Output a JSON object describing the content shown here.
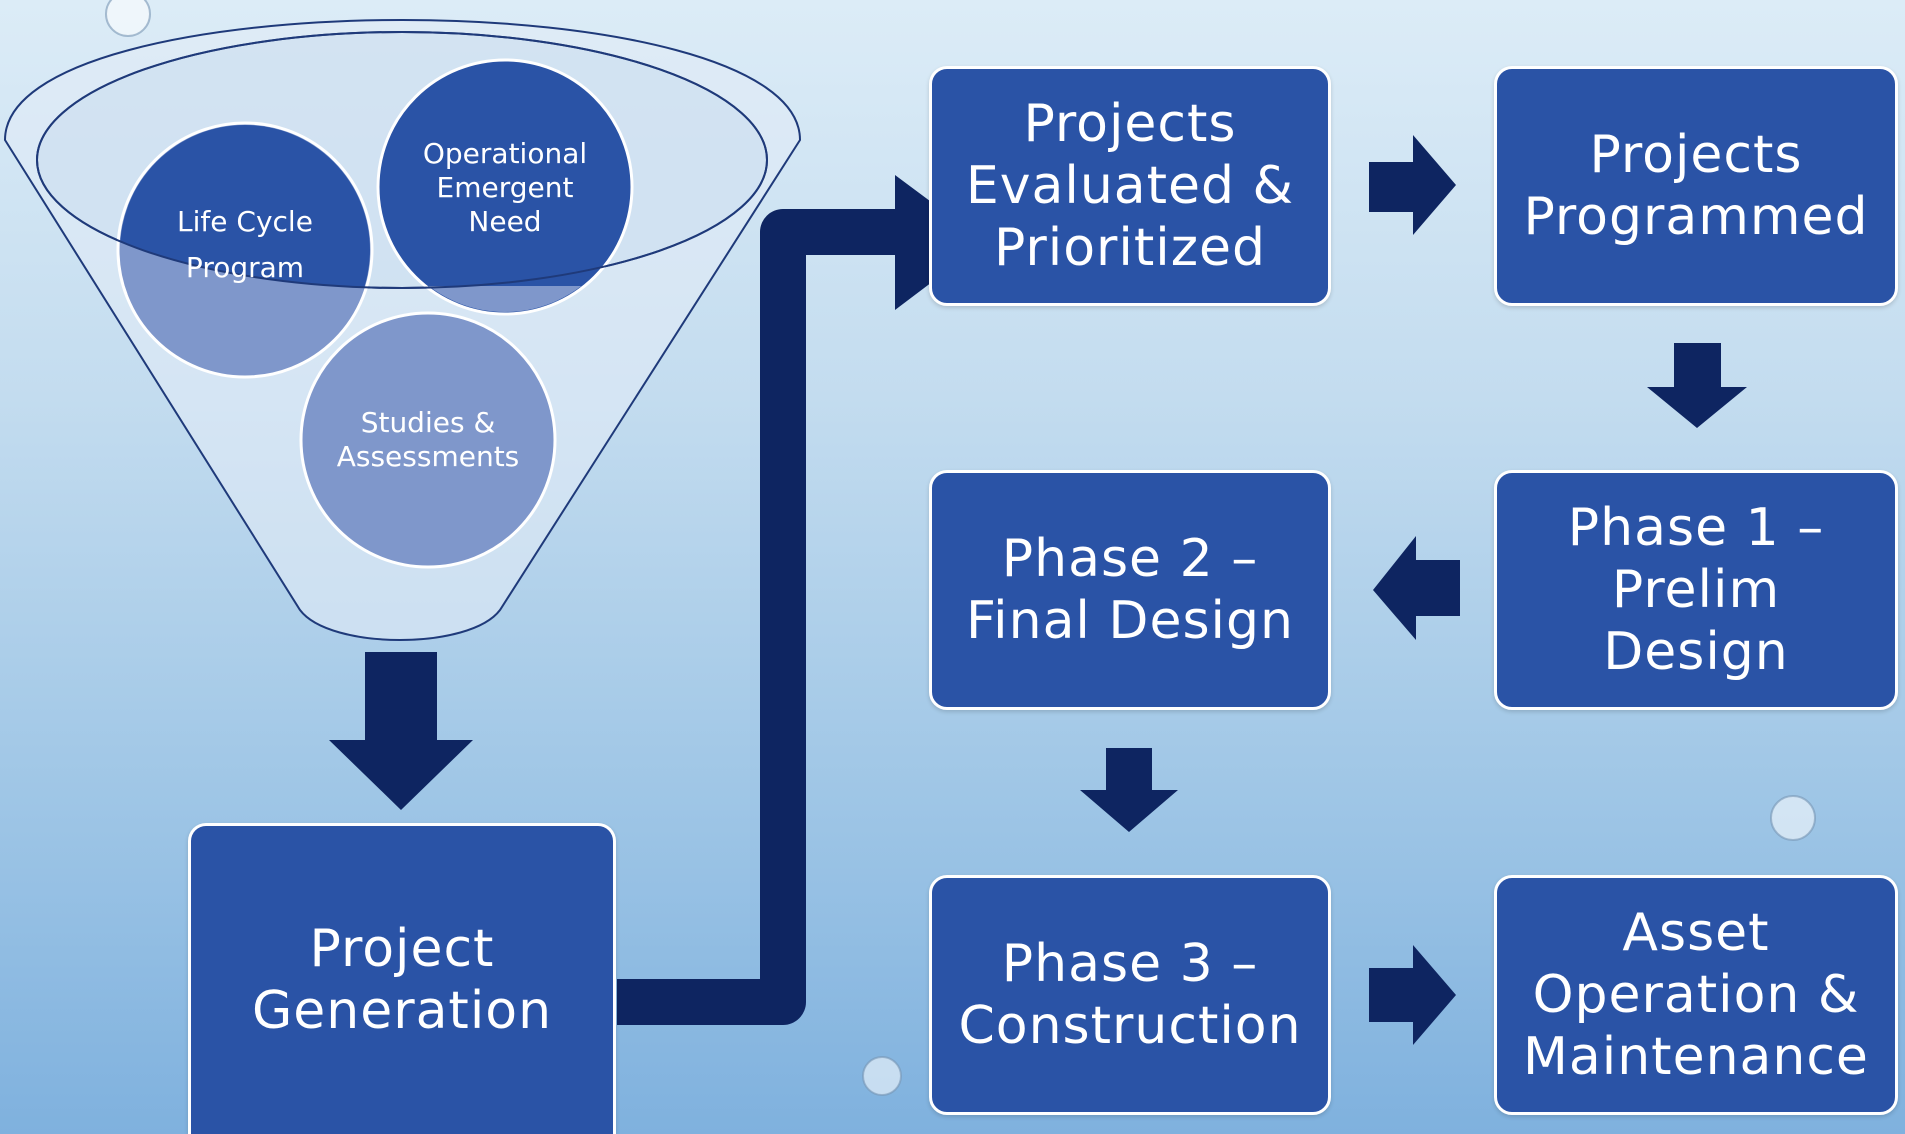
{
  "colors": {
    "box_fill": "#2a53a6",
    "arrow": "#0e2561",
    "circle_dark": "#2a53a6",
    "circle_light": "#7f97cb",
    "funnel": "rgba(225,235,245,0.6)"
  },
  "funnel": {
    "inputs": [
      "Life Cycle\nProgram",
      "Operational\nEmergent\nNeed",
      "Studies &\nAssessments"
    ]
  },
  "steps": {
    "project_generation": "Project\nGeneration",
    "evaluated": "Projects\nEvaluated &\nPrioritized",
    "programmed": "Projects\nProgrammed",
    "phase1": "Phase 1 –\nPrelim Design",
    "phase2": "Phase 2 –\nFinal Design",
    "phase3": "Phase 3 –\nConstruction",
    "asset_om": "Asset\nOperation &\nMaintenance"
  }
}
